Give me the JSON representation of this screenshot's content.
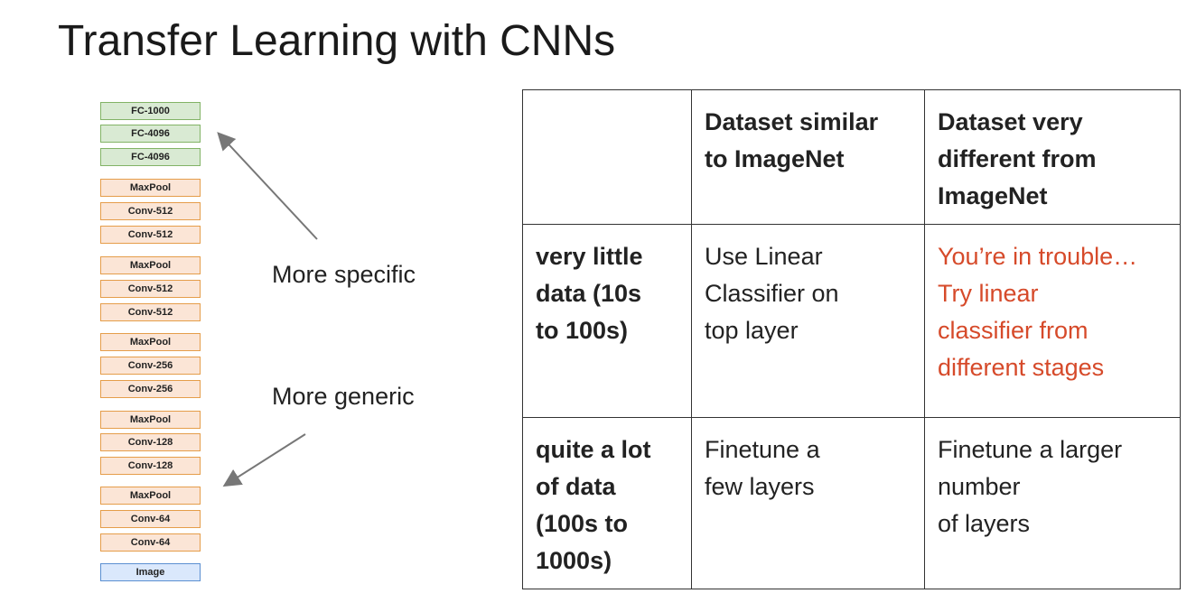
{
  "title": "Transfer Learning with CNNs",
  "layers": [
    {
      "label": "FC-1000",
      "kind": "fc"
    },
    {
      "label": "FC-4096",
      "kind": "fc"
    },
    {
      "label": "FC-4096",
      "kind": "fc"
    },
    {
      "label": "MaxPool",
      "kind": "conv"
    },
    {
      "label": "Conv-512",
      "kind": "conv"
    },
    {
      "label": "Conv-512",
      "kind": "conv"
    },
    {
      "label": "MaxPool",
      "kind": "conv"
    },
    {
      "label": "Conv-512",
      "kind": "conv"
    },
    {
      "label": "Conv-512",
      "kind": "conv"
    },
    {
      "label": "MaxPool",
      "kind": "conv"
    },
    {
      "label": "Conv-256",
      "kind": "conv"
    },
    {
      "label": "Conv-256",
      "kind": "conv"
    },
    {
      "label": "MaxPool",
      "kind": "conv"
    },
    {
      "label": "Conv-128",
      "kind": "conv"
    },
    {
      "label": "Conv-128",
      "kind": "conv"
    },
    {
      "label": "MaxPool",
      "kind": "conv"
    },
    {
      "label": "Conv-64",
      "kind": "conv"
    },
    {
      "label": "Conv-64",
      "kind": "conv"
    },
    {
      "label": "Image",
      "kind": "img"
    }
  ],
  "labels": {
    "more_specific": "More specific",
    "more_generic": "More generic"
  },
  "table": {
    "header": {
      "corner": "",
      "col1": [
        "Dataset similar",
        "to ImageNet"
      ],
      "col2": [
        "Dataset very",
        "different from",
        "ImageNet"
      ]
    },
    "row1": {
      "head": [
        "very little",
        "data (10s",
        "to 100s)"
      ],
      "col1": [
        "Use Linear",
        "Classifier on",
        "top layer"
      ],
      "col2": [
        "You’re in trouble…",
        "Try linear",
        "classifier from",
        "different stages"
      ]
    },
    "row2": {
      "head": [
        "quite a lot",
        "of data",
        "(100s to",
        "1000s)"
      ],
      "col1": [
        "Finetune a",
        "few layers"
      ],
      "col2": [
        "Finetune a larger",
        "number",
        "of layers"
      ]
    }
  },
  "colors": {
    "fc_fill": "#d9ead3",
    "conv_fill": "#fbe5d6",
    "image_fill": "#dae8fc",
    "warning_text": "#d64a2a"
  }
}
